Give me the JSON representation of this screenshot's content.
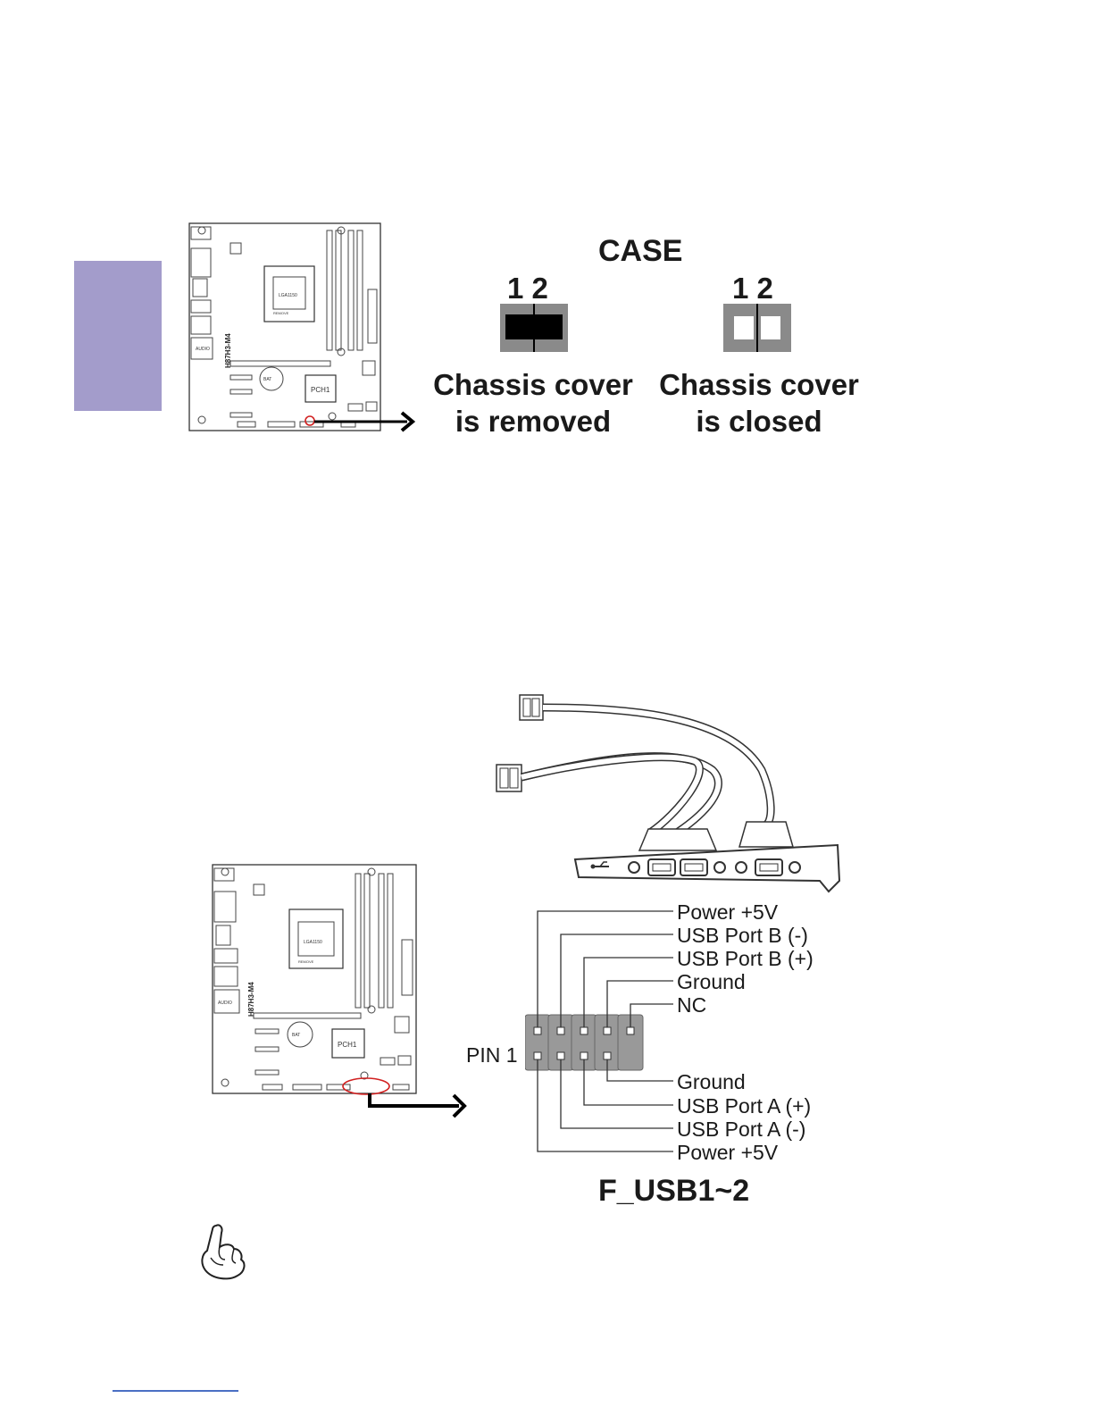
{
  "side_tab_color": "#a39ccb",
  "case_section": {
    "title": "CASE",
    "pin_numbers_left": "1  2",
    "pin_numbers_right": "1  2",
    "removed_label_line1": "Chassis cover",
    "removed_label_line2": "is removed",
    "closed_label_line1": "Chassis cover",
    "closed_label_line2": "is closed"
  },
  "board1": {
    "model": "H87H3-M4",
    "chip": "PCH1",
    "socket": "LGA1150",
    "socket_mark": "REMOVE",
    "battery": "BAT",
    "audio": "AUDIO"
  },
  "usb_section": {
    "title": "F_USB1~2",
    "pin1_label": "PIN 1",
    "top_row_pins": [
      "Power +5V",
      "USB Port B (-)",
      "USB Port B (+)",
      "Ground",
      "NC"
    ],
    "bottom_row_pins": [
      "Ground",
      "USB Port A (+)",
      "USB Port A (-)",
      "Power +5V"
    ]
  },
  "board2": {
    "model": "H87H3-M4",
    "chip": "PCH1",
    "socket": "LGA1150",
    "socket_mark": "REMOVE",
    "battery": "BAT",
    "audio": "AUDIO"
  },
  "icons": [
    "pointing-hand-icon",
    "usb-icon"
  ]
}
